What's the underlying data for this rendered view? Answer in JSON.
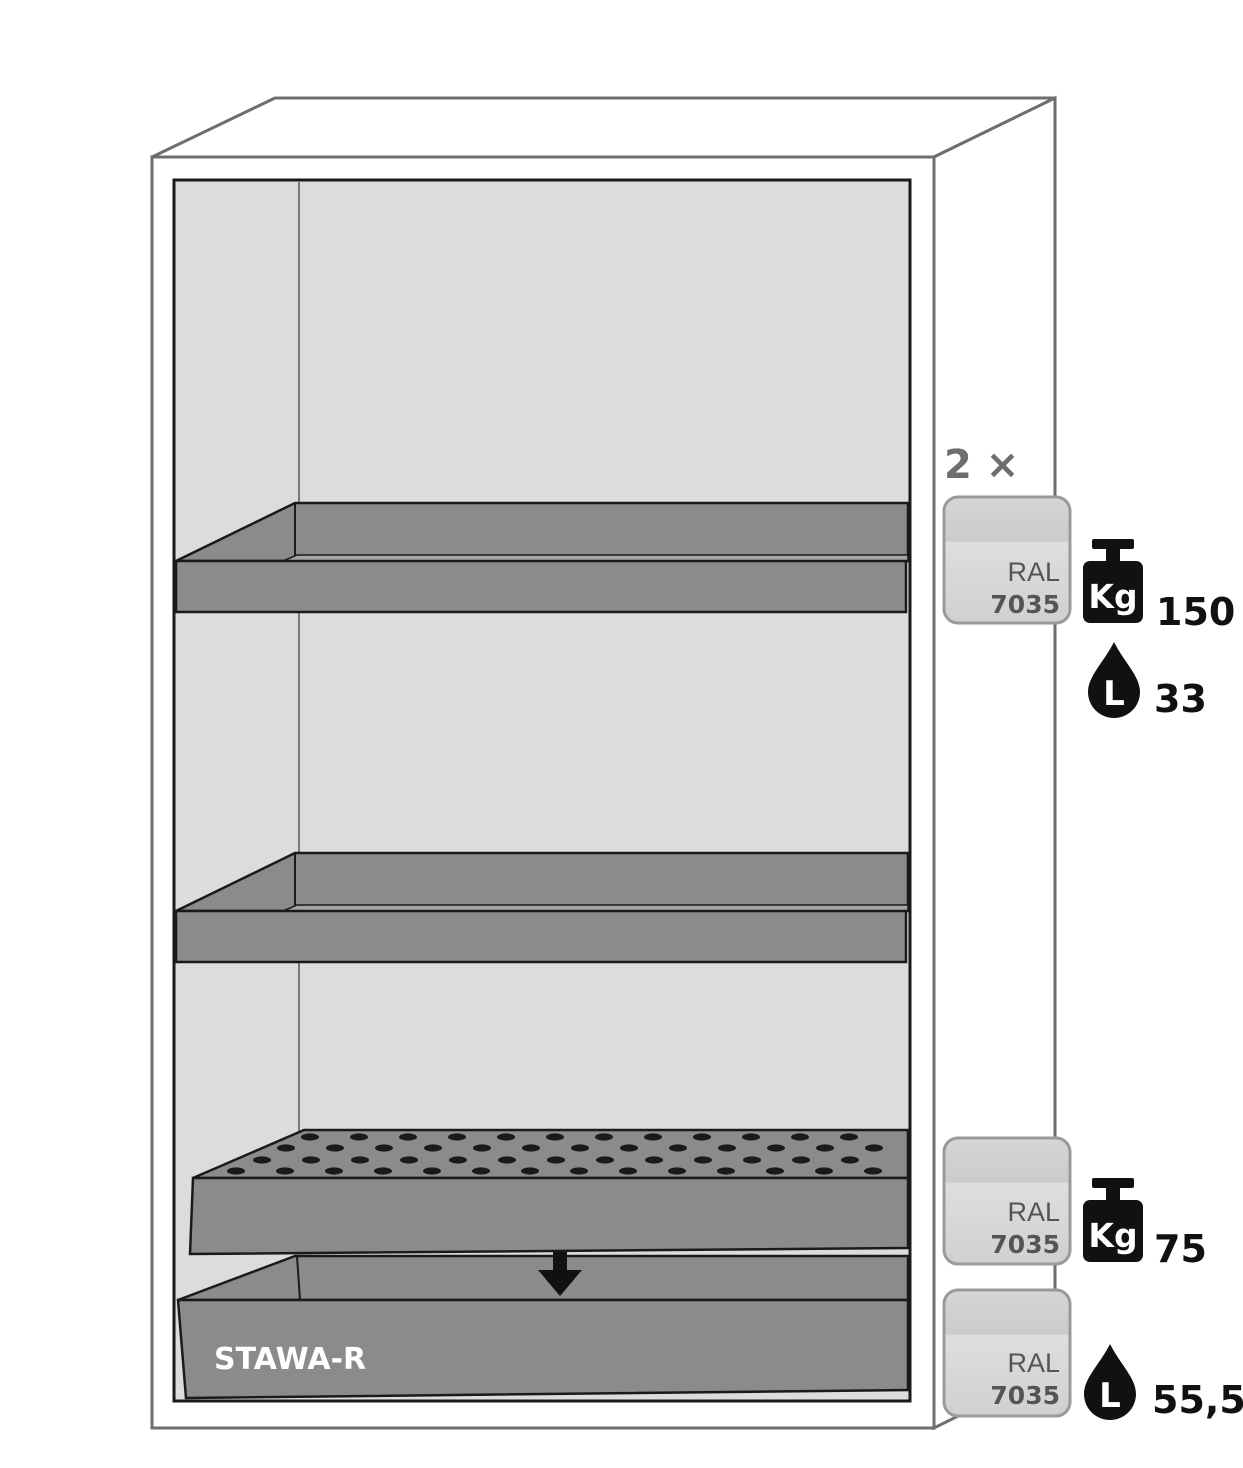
{
  "multiplier": "2 ×",
  "tray_label": "STAWA-R",
  "colors": {
    "outline": "#6e6e6e",
    "interior": "#dcdcdc",
    "shelf": "#8b8b8b",
    "ink": "#111111"
  },
  "color_chips": [
    {
      "ral": "RAL",
      "code": "7035"
    },
    {
      "ral": "RAL",
      "code": "7035"
    },
    {
      "ral": "RAL",
      "code": "7035"
    }
  ],
  "specs": {
    "shelf": {
      "weight_unit": "Kg",
      "weight": "150",
      "volume_unit": "L",
      "volume": "33"
    },
    "perforated_insert": {
      "weight_unit": "Kg",
      "weight": "75"
    },
    "sump": {
      "volume_unit": "L",
      "volume": "55,5"
    }
  },
  "icons": [
    "weight-icon",
    "droplet-icon",
    "down-arrow-icon"
  ]
}
